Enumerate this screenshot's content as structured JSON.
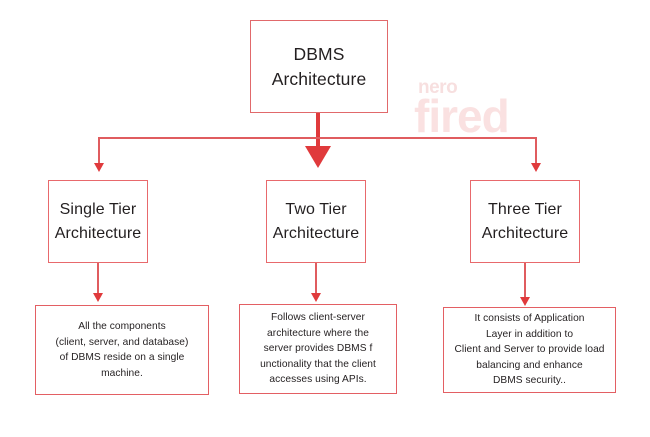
{
  "diagram": {
    "root": {
      "label": "DBMS\nArchitecture"
    },
    "tiers": [
      {
        "label": "Single Tier\nArchitecture"
      },
      {
        "label": "Two Tier\nArchitecture"
      },
      {
        "label": "Three Tier\nArchitecture"
      }
    ],
    "descriptions": [
      {
        "label": "All the components\n(client, server, and database)\nof DBMS reside on a single machine."
      },
      {
        "label": "Follows client-server\narchitecture where the\nserver provides DBMS f\nunctionality that the client\naccesses using APIs."
      },
      {
        "label": "It consists of Application\nLayer in addition to\nClient and Server to provide load\nbalancing and enhance\nDBMS security.."
      }
    ],
    "watermark": {
      "small_text": "nero",
      "big_text": "fired"
    },
    "colors": {
      "box_border": "#e8696c",
      "connector": "#e05c5f",
      "arrow": "#e03a3c",
      "text": "#231f20",
      "background": "#ffffff"
    }
  }
}
